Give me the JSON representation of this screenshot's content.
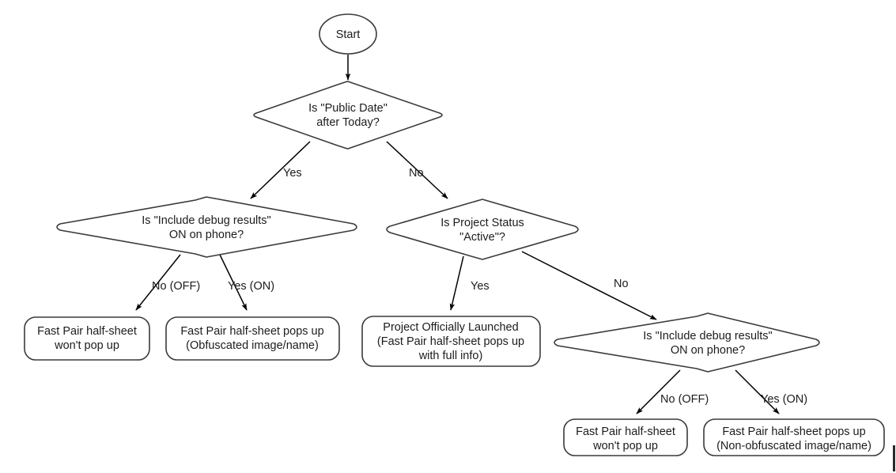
{
  "diagram": {
    "type": "flowchart",
    "title": "Fast Pair half-sheet visibility decision flow",
    "background_color": "#ffffff",
    "line_color": "#3a3a3a",
    "text_color": "#1c1c1c"
  },
  "nodes": {
    "start": {
      "shape": "ellipse",
      "label": "Start"
    },
    "decision_public_date": {
      "shape": "diamond",
      "line1": "Is \"Public Date\"",
      "line2": "after Today?"
    },
    "decision_debug_left": {
      "shape": "diamond",
      "line1": "Is \"Include debug results\"",
      "line2": "ON on phone?"
    },
    "decision_project_status": {
      "shape": "diamond",
      "line1": "Is Project Status",
      "line2": "\"Active\"?"
    },
    "decision_debug_right": {
      "shape": "diamond",
      "line1": "Is \"Include debug results\"",
      "line2": "ON on phone?"
    },
    "terminal_left_off": {
      "shape": "rounded-rect",
      "line1": "Fast Pair half-sheet",
      "line2": "won't pop up"
    },
    "terminal_left_on": {
      "shape": "rounded-rect",
      "line1": "Fast Pair half-sheet pops up",
      "line2": "(Obfuscated image/name)"
    },
    "terminal_launched": {
      "shape": "rounded-rect",
      "line1": "Project Officially Launched",
      "line2": "(Fast Pair half-sheet pops up",
      "line3": "with full info)"
    },
    "terminal_right_off": {
      "shape": "rounded-rect",
      "line1": "Fast Pair half-sheet",
      "line2": "won't pop up"
    },
    "terminal_right_on": {
      "shape": "rounded-rect",
      "line1": "Fast Pair half-sheet pops up",
      "line2": "(Non-obfuscated image/name)"
    }
  },
  "edge_labels": {
    "public_date_yes": "Yes",
    "public_date_no": "No",
    "debug_left_no": "No (OFF)",
    "debug_left_yes": "Yes (ON)",
    "project_status_yes": "Yes",
    "project_status_no": "No",
    "debug_right_no": "No (OFF)",
    "debug_right_yes": "Yes (ON)"
  }
}
